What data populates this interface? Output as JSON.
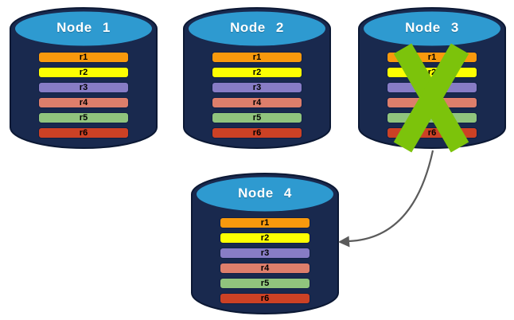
{
  "diagram": {
    "nodes": [
      {
        "label": "Node 1",
        "rows": [
          "r1",
          "r2",
          "r3",
          "r4",
          "r5",
          "r6"
        ],
        "crossed_out": false
      },
      {
        "label": "Node 2",
        "rows": [
          "r1",
          "r2",
          "r3",
          "r4",
          "r5",
          "r6"
        ],
        "crossed_out": false
      },
      {
        "label": "Node 3",
        "rows": [
          "r1",
          "r2",
          "r3",
          "r4",
          "r5",
          "r6"
        ],
        "crossed_out": true
      },
      {
        "label": "Node 4",
        "rows": [
          "r1",
          "r2",
          "r3",
          "r4",
          "r5",
          "r6"
        ],
        "crossed_out": false
      }
    ],
    "arrow": {
      "from": "Node 3",
      "to": "Node 4"
    },
    "colors": {
      "background": "#FFFFFF",
      "cylinder_body": "#19294E",
      "cylinder_outline": "#0B1834",
      "cylinder_top": "#2E9AD0",
      "node_label_text": "#FFFFFF",
      "row_text": "#000000",
      "row_r1": "#F8990D",
      "row_r2": "#FDFE02",
      "row_r3": "#877CC5",
      "row_r4": "#DD7E6B",
      "row_r5": "#90C47D",
      "row_r6": "#CC4125",
      "failure_x": "#7CC30B",
      "arrow": "#5B5B5B"
    }
  }
}
